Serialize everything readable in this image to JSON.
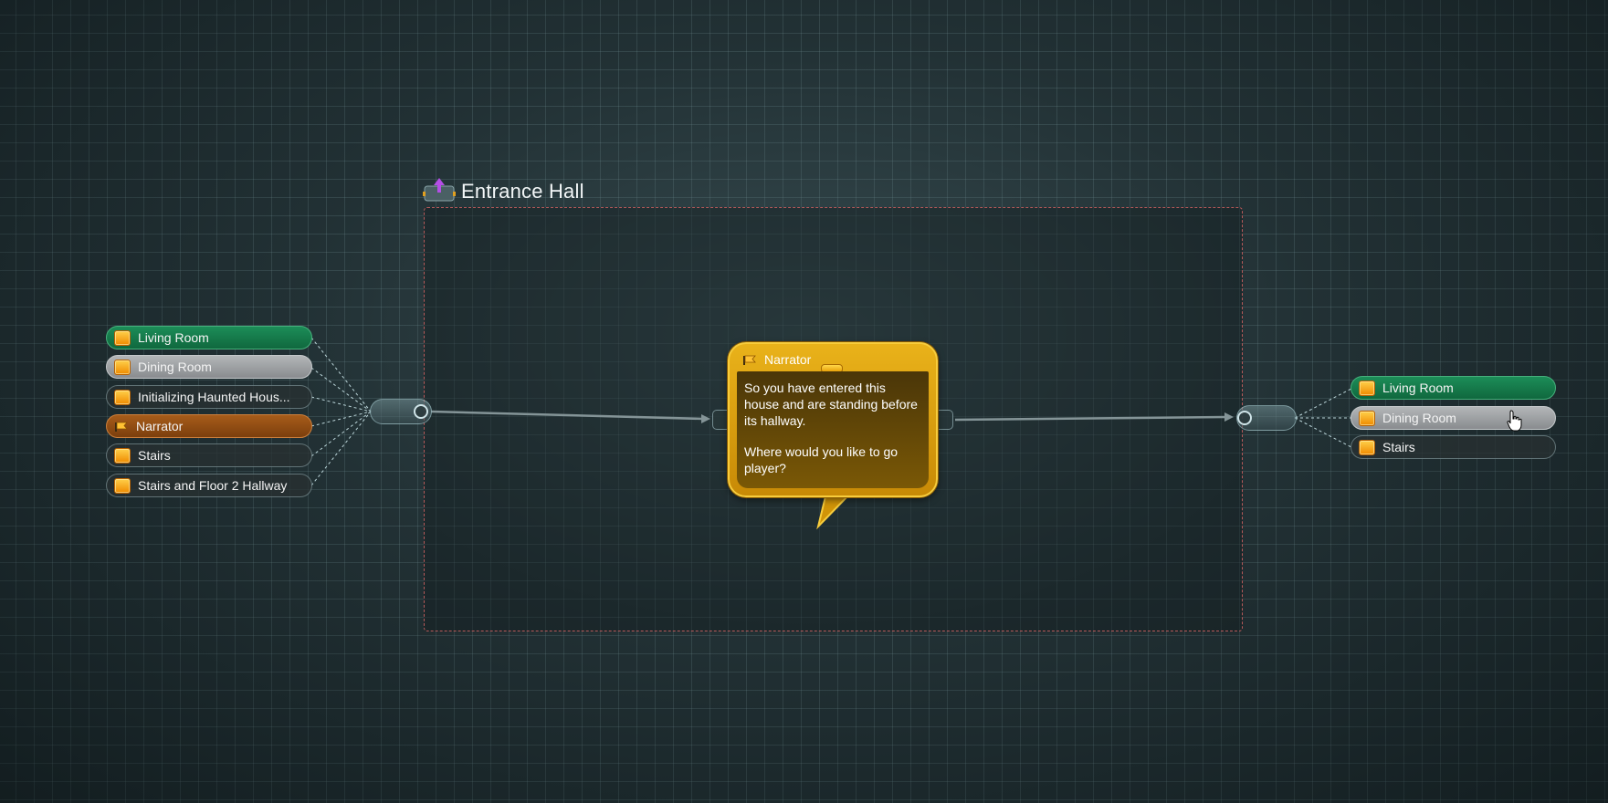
{
  "container": {
    "title": "Entrance Hall"
  },
  "left_items": [
    {
      "label": "Living Room",
      "style": "green",
      "icon": "orange-flag-box-icon"
    },
    {
      "label": "Dining Room",
      "style": "grey",
      "icon": "orange-flag-box-icon"
    },
    {
      "label": "Initializing Haunted Hous...",
      "style": "dark",
      "icon": "orange-flag-box-icon"
    },
    {
      "label": "Narrator",
      "style": "orange",
      "icon": "small-flag-icon"
    },
    {
      "label": "Stairs",
      "style": "dark",
      "icon": "orange-flag-box-icon"
    },
    {
      "label": "Stairs and Floor 2 Hallway",
      "style": "dark",
      "icon": "orange-flag-box-icon"
    }
  ],
  "right_items": [
    {
      "label": "Living Room",
      "style": "green",
      "icon": "orange-flag-box-icon"
    },
    {
      "label": "Dining Room",
      "style": "grey",
      "icon": "orange-flag-box-icon"
    },
    {
      "label": "Stairs",
      "style": "dark",
      "icon": "orange-flag-box-icon"
    }
  ],
  "dialogue": {
    "speaker": "Narrator",
    "text_line1": "So you have entered this house and are standing before its hallway.",
    "text_line2": "Where would you like to go player?"
  },
  "colors": {
    "background": "#233236",
    "container_border": "#b85a5a",
    "speech_fill": "#e9b21a",
    "pill_green": "#1c8d58",
    "pill_grey": "#a0a3a5",
    "pill_orange": "#a75c1a",
    "connector": "#d6ebee",
    "container_icon_arrow": "#b44ee6"
  }
}
